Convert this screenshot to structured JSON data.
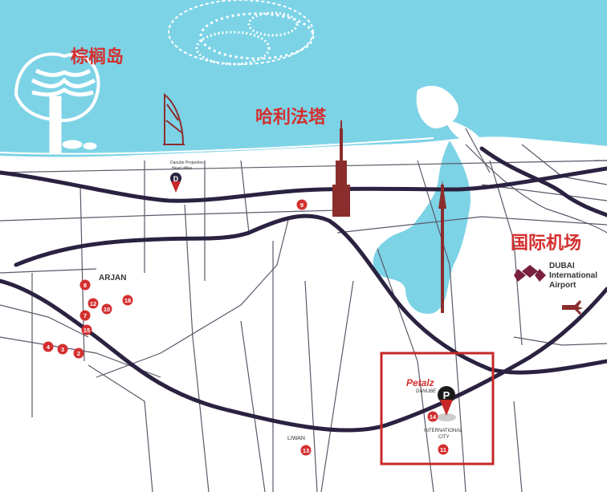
{
  "colors": {
    "sea": "#7dd3e6",
    "land": "#ffffff",
    "road_major": "#2b2140",
    "road_minor": "#4a4a5a",
    "accent_red": "#d32f2f",
    "tower": "#8b2d2d",
    "highlight_box": "#c62828"
  },
  "labels": {
    "palm_island": "棕榈岛",
    "burj_al_arab": "哈利法塔",
    "airport_cn": "国际机场",
    "airport_en_line1": "DUBAI",
    "airport_en_line2": "International",
    "airport_en_line3": "Airport",
    "arjan": "ARJAN",
    "liwan": "LIWAN",
    "international_city_line1": "INTERNATIONAL",
    "international_city_line2": "CITY",
    "head_office_line1": "Danube Properties",
    "head_office_line2": "Head office",
    "petalz_brand": "Petalz",
    "petalz_sub": "DANUBE",
    "parking_letter": "P",
    "danube_letter": "D"
  },
  "markers": [
    {
      "id": "m9",
      "label": "9"
    },
    {
      "id": "m8",
      "label": "8"
    },
    {
      "id": "m12",
      "label": "12"
    },
    {
      "id": "m10",
      "label": "10"
    },
    {
      "id": "m18",
      "label": "18"
    },
    {
      "id": "m7",
      "label": "7"
    },
    {
      "id": "m15",
      "label": "15"
    },
    {
      "id": "m4",
      "label": "4"
    },
    {
      "id": "m3",
      "label": "3"
    },
    {
      "id": "m2",
      "label": "2"
    },
    {
      "id": "m14",
      "label": "14"
    },
    {
      "id": "m11",
      "label": "11"
    },
    {
      "id": "m13",
      "label": "13"
    }
  ]
}
